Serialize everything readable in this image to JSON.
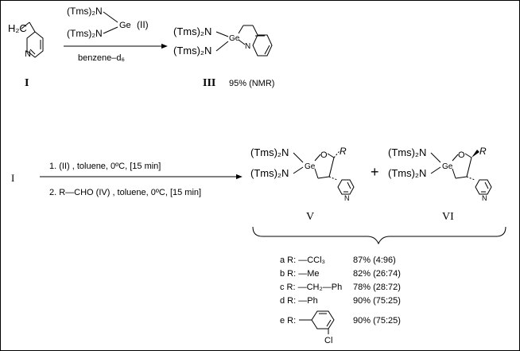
{
  "compounds": {
    "I": "I",
    "III": "III",
    "V": "V",
    "VI": "VI",
    "start_ref": "I"
  },
  "labels": {
    "vinyl": "H₂C",
    "tms2n": "(Tms)₂N",
    "ge": "Ge",
    "n_ring": "N",
    "reagent_II": "(II)",
    "solvent1": "benzene–d₆",
    "yield_III": "95% (NMR)",
    "step1": "1. (II) , toluene, 0ºC,  [15 min]",
    "step2": "2. R—CHO  (IV) , toluene, 0ºC,  [15 min]",
    "ring_O": "O",
    "ring_R": "R",
    "plus": "+"
  },
  "table": [
    {
      "id": "a",
      "r": "a R:  —CCl₃",
      "yield": "87%  (4:96)"
    },
    {
      "id": "b",
      "r": "b R:  —Me",
      "yield": "82%  (26:74)"
    },
    {
      "id": "c",
      "r": "c R:  —CH₂—Ph",
      "yield": "78%  (28:72)"
    },
    {
      "id": "d",
      "r": "d R:  —Ph",
      "yield": "90%  (75:25)"
    },
    {
      "id": "e",
      "r": "e R:",
      "yield": "90%  (75:25)",
      "substituent": "Cl"
    }
  ]
}
